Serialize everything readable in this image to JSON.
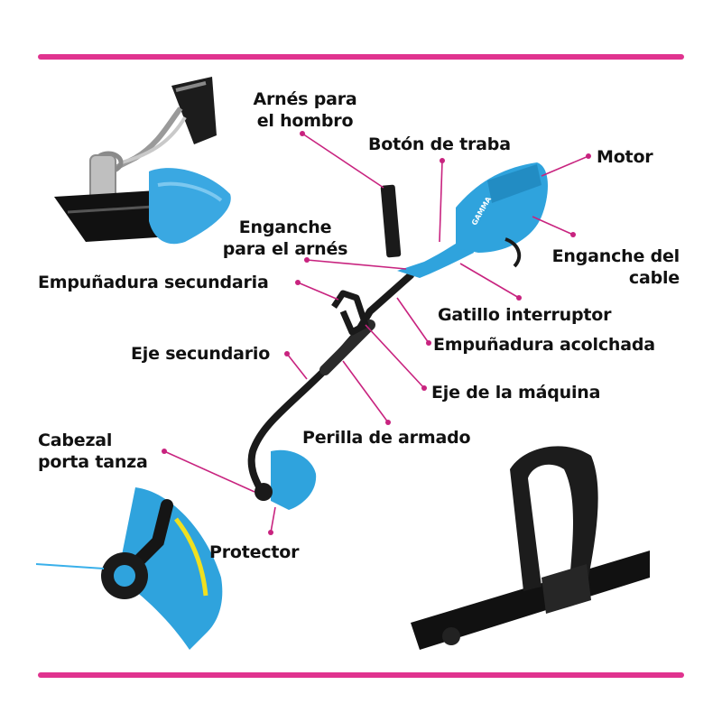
{
  "colors": {
    "rule": "#e0338f",
    "leader": "#c8237f",
    "dot": "#c8237f",
    "tool_blue": "#2fa3dd",
    "tool_blue_dark": "#1b7db3",
    "shaft": "#1a1a1a"
  },
  "labels": {
    "arnes_hombro": "Arnés para\nel hombro",
    "boton_traba": "Botón de traba",
    "motor": "Motor",
    "enganche_arnes": "Enganche\npara el arnés",
    "enganche_cable": "Enganche del\ncable",
    "empunadura_secundaria": "Empuñadura secundaria",
    "gatillo": "Gatillo interruptor",
    "empunadura_acolchada": "Empuñadura acolchada",
    "eje_secundario": "Eje secundario",
    "eje_maquina": "Eje de la máquina",
    "perilla": "Perilla de armado",
    "cabezal": "Cabezal\nporta tanza",
    "protector": "Protector"
  },
  "motor_brand": "GAMMA"
}
